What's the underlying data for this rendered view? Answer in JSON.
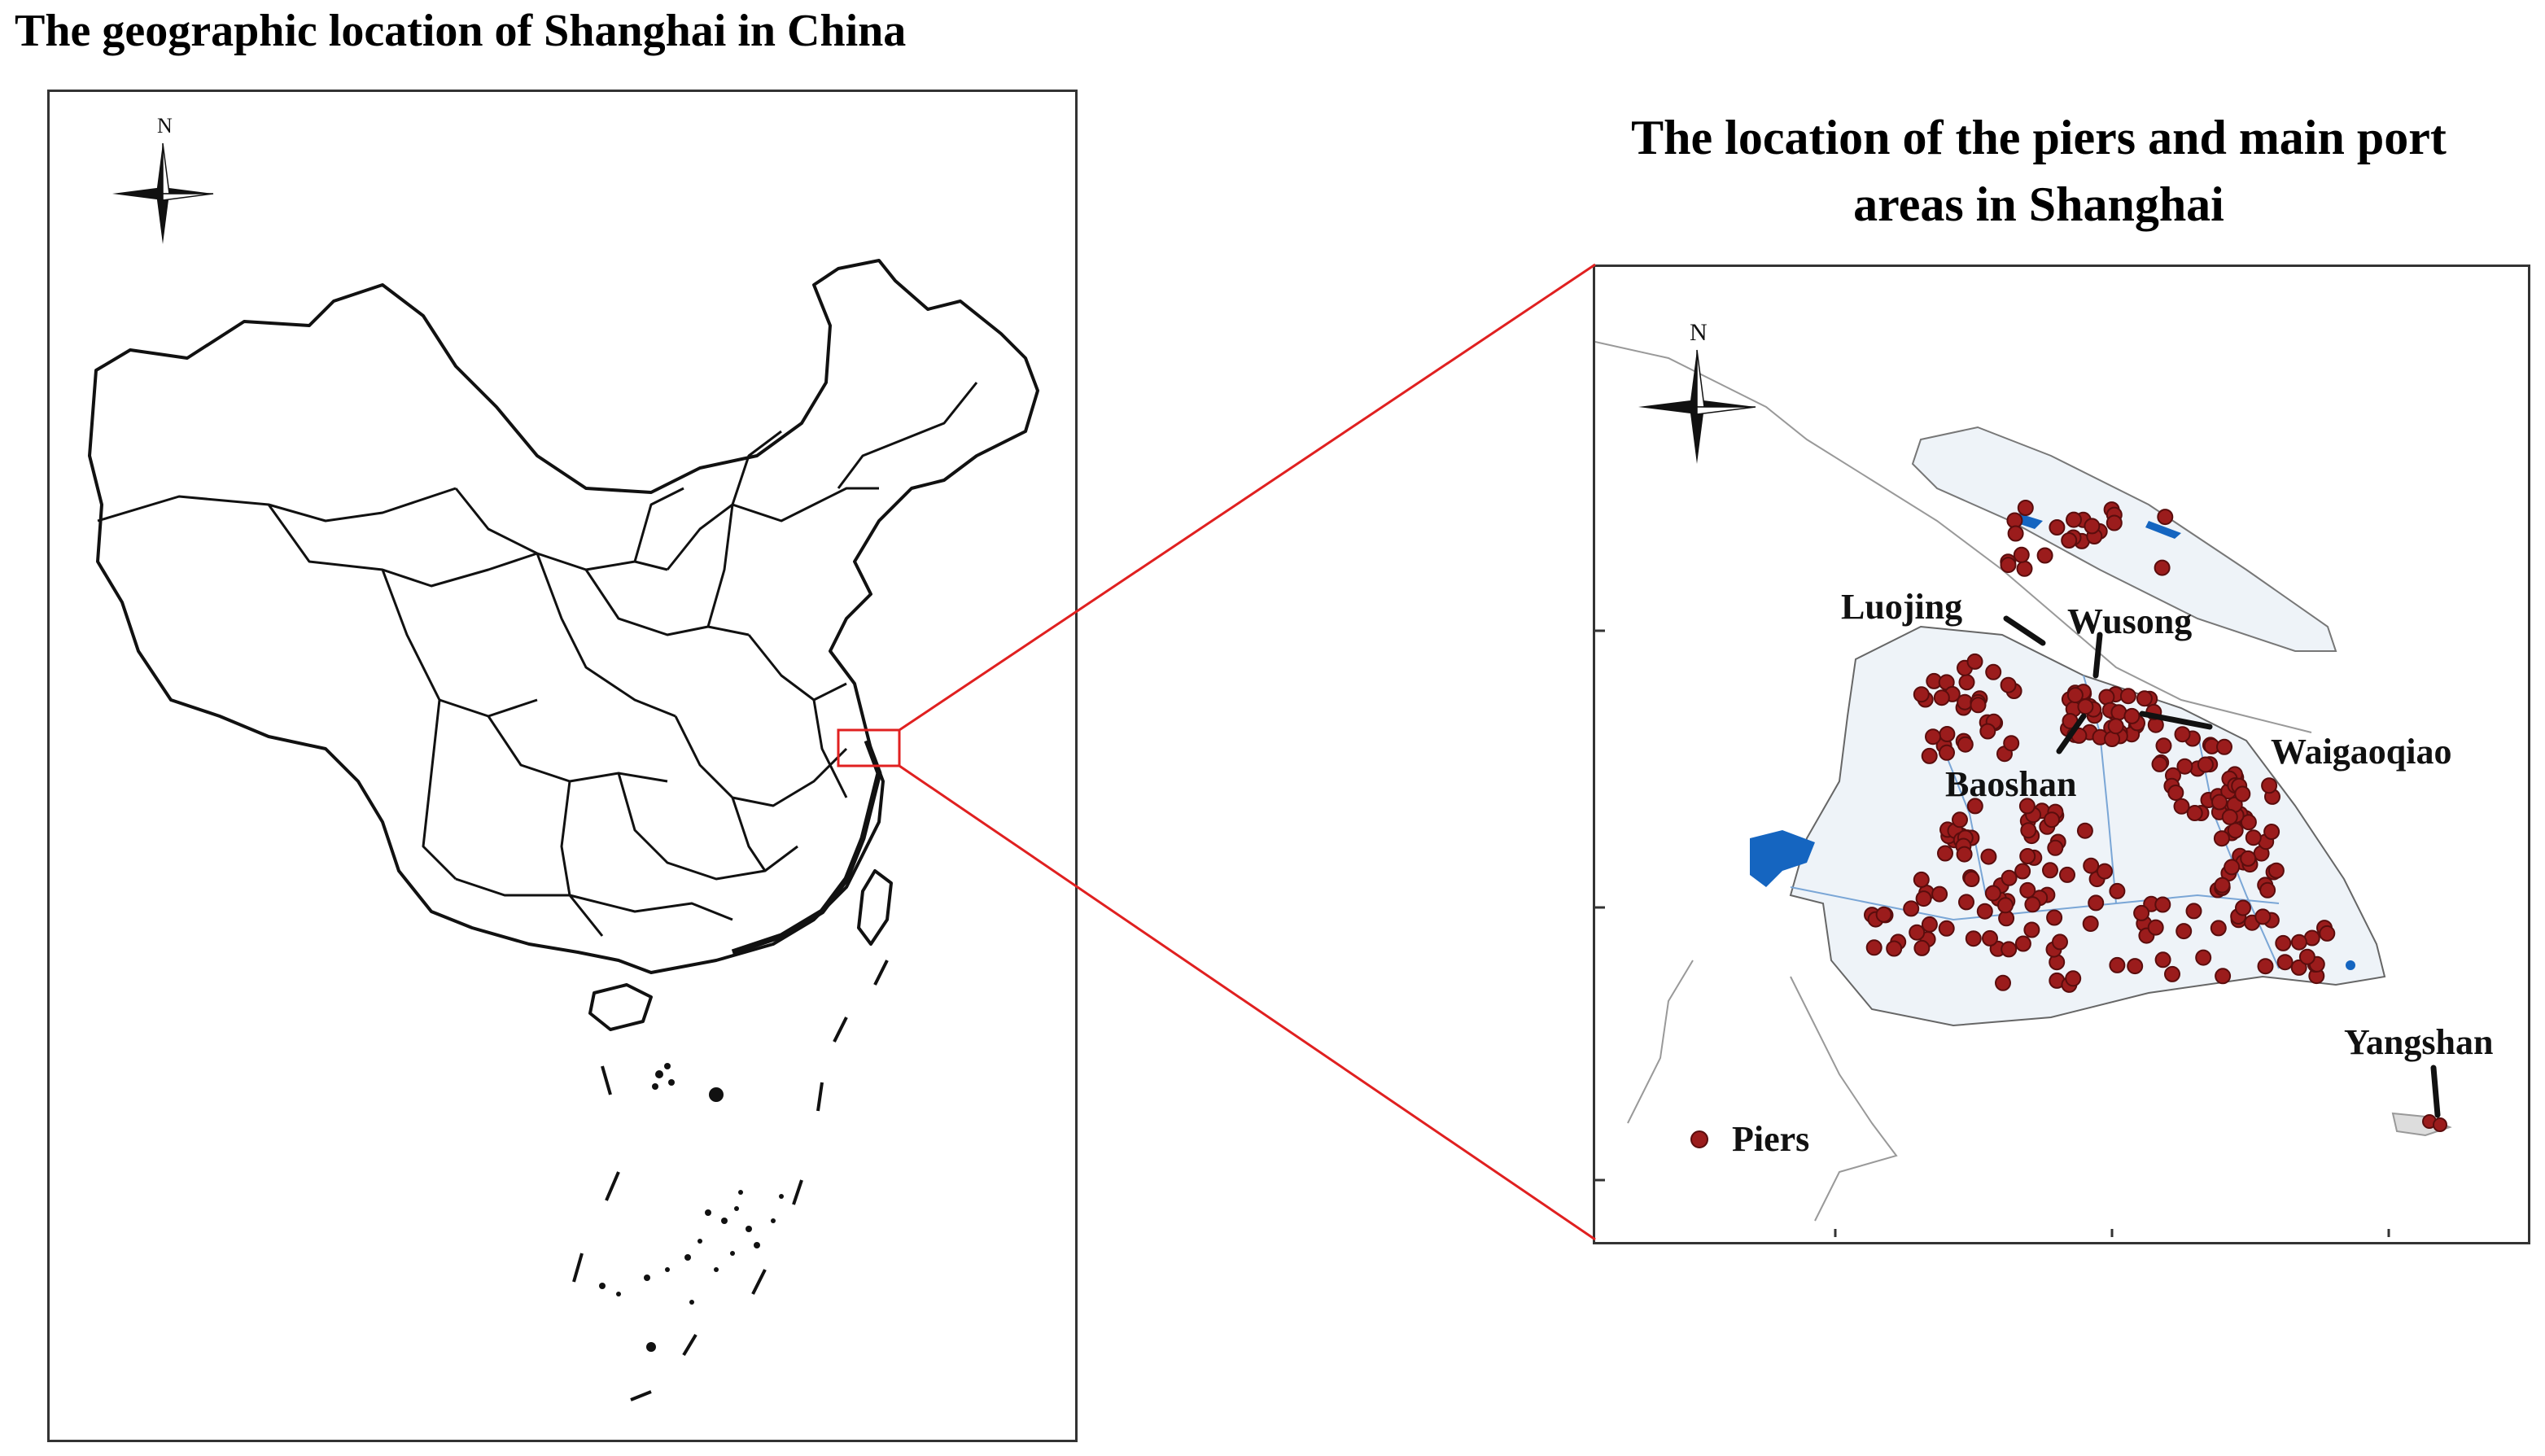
{
  "titles": {
    "left": "The geographic location of Shanghai in China",
    "right": "The location of the piers and main port areas in Shanghai"
  },
  "compass": {
    "north_label": "N"
  },
  "port_areas": [
    {
      "name": "Luojing"
    },
    {
      "name": "Wusong"
    },
    {
      "name": "Waigaoqiao"
    },
    {
      "name": "Baoshan"
    },
    {
      "name": "Yangshan"
    }
  ],
  "legend": {
    "piers_label": "Piers"
  },
  "colors": {
    "pier": "#9b1c1c",
    "pier_stroke": "#5a0d0d",
    "water": "#1565c0",
    "leader": "#e02020",
    "boundary": "#111111"
  }
}
